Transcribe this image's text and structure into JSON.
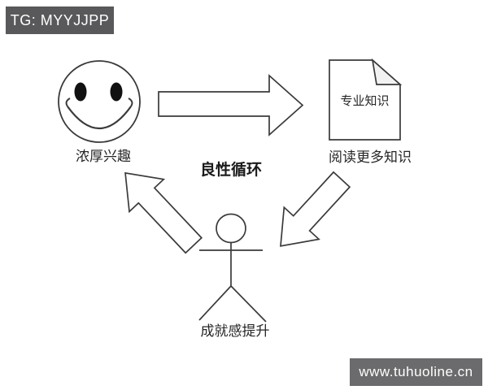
{
  "watermarks": {
    "top_left": "TG: MYYJJPP",
    "bottom_right": "www.tuhuoline.cn"
  },
  "diagram": {
    "title": "良性循环",
    "nodes": [
      {
        "id": "interest",
        "icon": "smiley-face",
        "label": "浓厚兴趣"
      },
      {
        "id": "knowledge",
        "icon": "document",
        "document_text": "专业知识",
        "label": "阅读更多知识"
      },
      {
        "id": "achievement",
        "icon": "stick-figure",
        "label": "成就感提升"
      }
    ],
    "edges": [
      {
        "from": "interest",
        "to": "knowledge",
        "shape": "block-arrow-right"
      },
      {
        "from": "knowledge",
        "to": "achievement",
        "shape": "block-arrow-down-left"
      },
      {
        "from": "achievement",
        "to": "interest",
        "shape": "block-arrow-up-left"
      }
    ]
  },
  "colors": {
    "background": "#FFFFFF",
    "line": "#3A3A3A",
    "text": "#262626",
    "top_banner_bg": "#59595B",
    "bottom_banner_bg": "#6B6B6D",
    "banner_text": "#FFFFFF",
    "document_fold_fill": "#F2F2F2"
  }
}
